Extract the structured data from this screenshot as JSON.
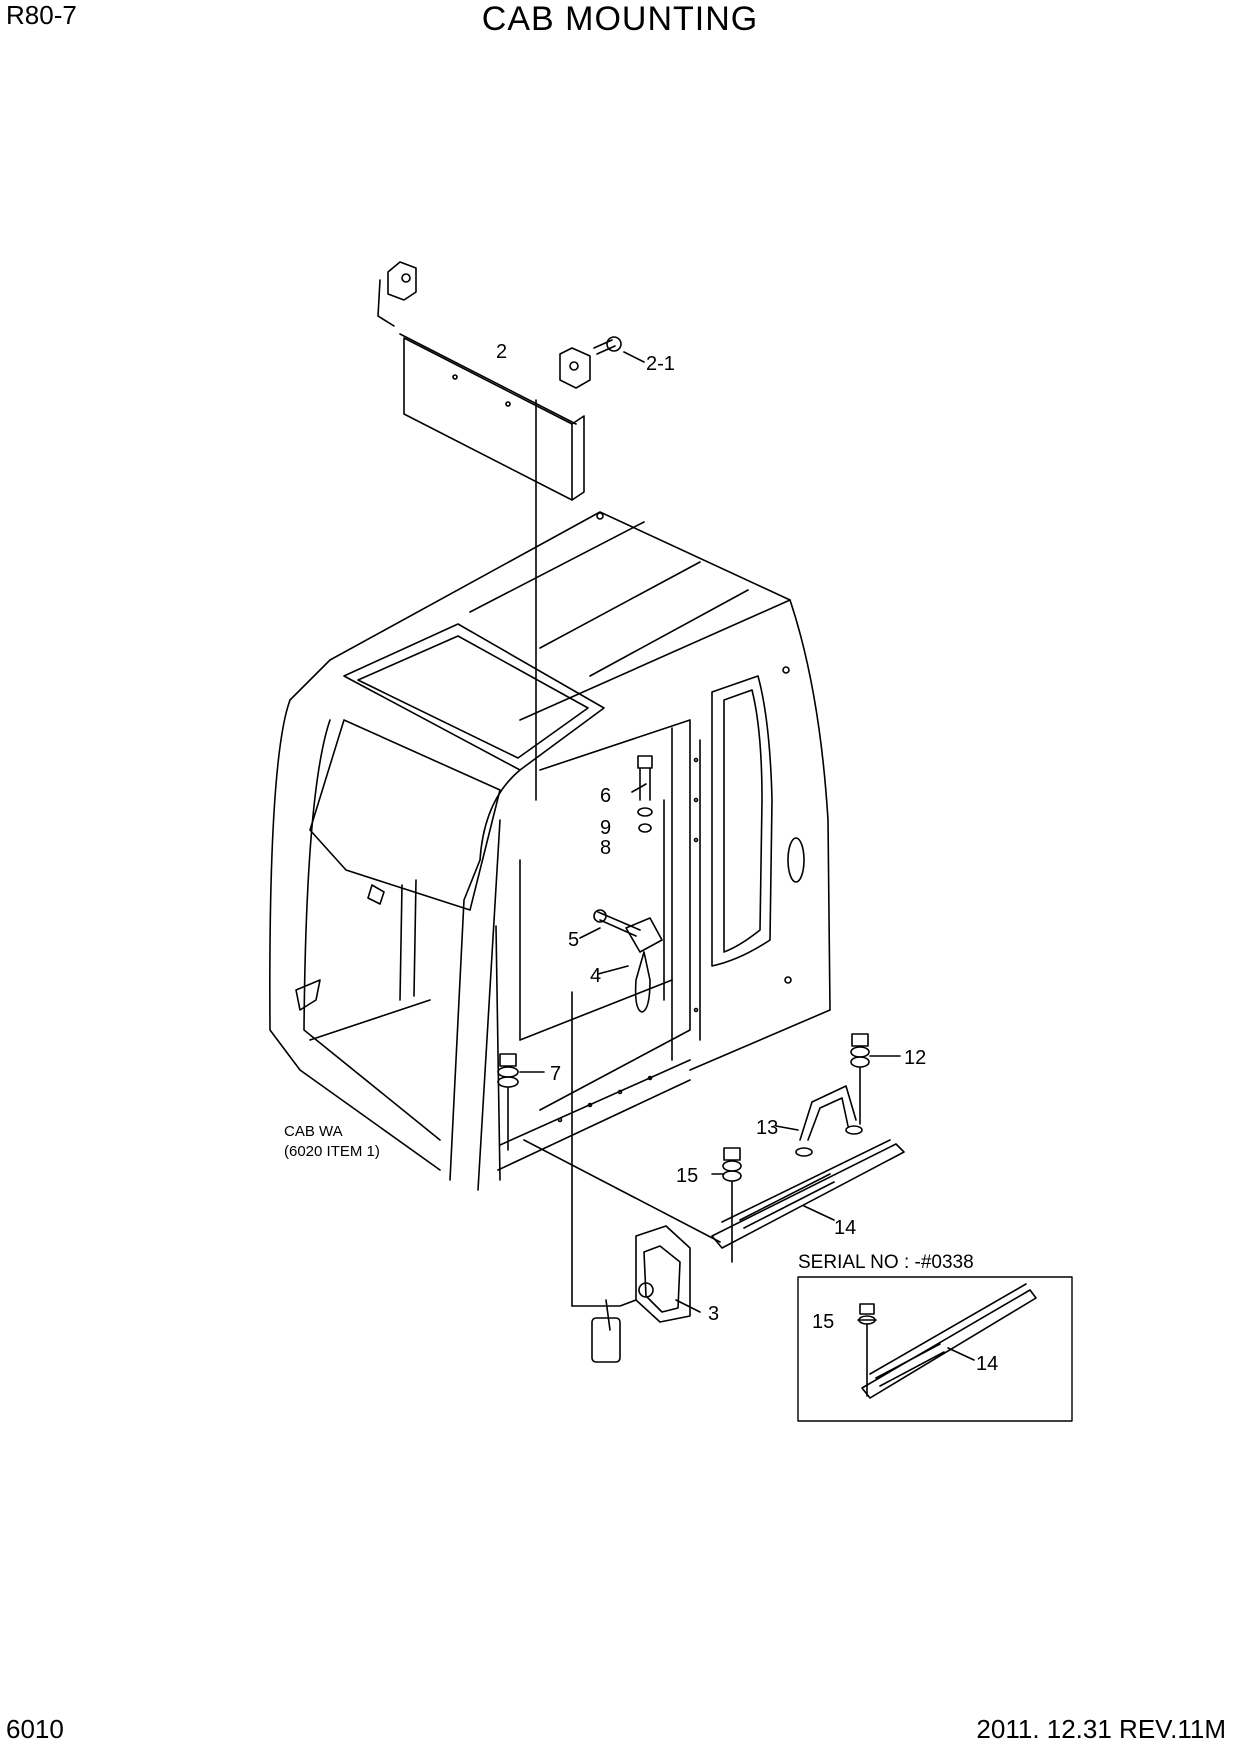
{
  "header": {
    "model": "R80-7",
    "title": "CAB MOUNTING"
  },
  "footer": {
    "page_no": "6010",
    "revision": "2011. 12.31 REV.11M"
  },
  "callouts": {
    "c2": "2",
    "c2_1": "2-1",
    "c3": "3",
    "c4": "4",
    "c5": "5",
    "c6": "6",
    "c7": "7",
    "c8": "8",
    "c9": "9",
    "c12": "12",
    "c13": "13",
    "c14": "14",
    "c15": "15",
    "c14b": "14",
    "c15b": "15"
  },
  "notes": {
    "cab_line1": "CAB WA",
    "cab_line2": "(6020 ITEM 1)",
    "serial": "SERIAL NO : -#0338"
  }
}
